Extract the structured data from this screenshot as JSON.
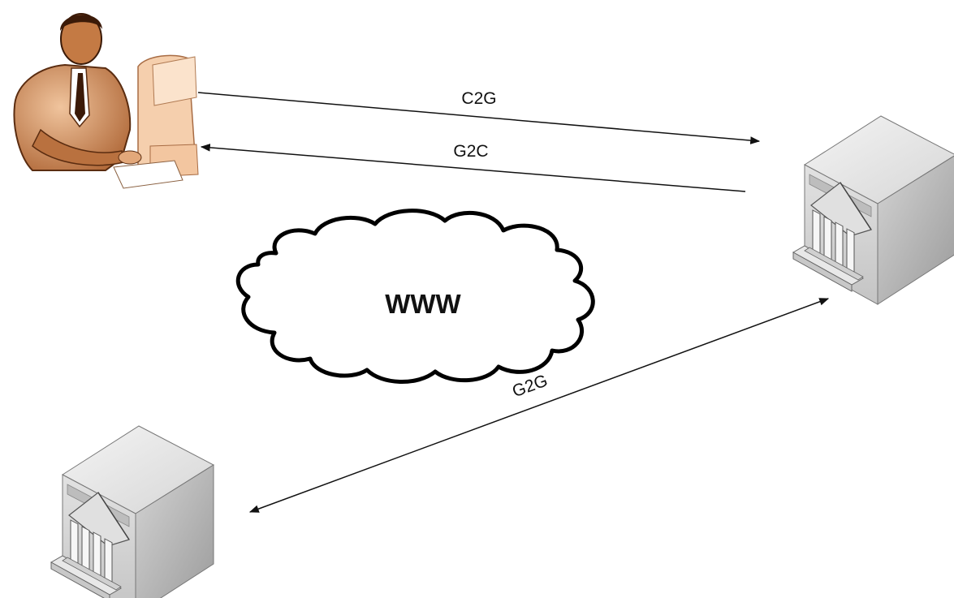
{
  "labels": {
    "c2g": "C2G",
    "g2c": "G2C",
    "g2g": "G2G",
    "cloud": "WWW"
  },
  "nodes": {
    "citizen": {
      "icon": "person-at-computer-icon"
    },
    "government_right": {
      "icon": "government-server-icon"
    },
    "government_left": {
      "icon": "government-server-icon"
    },
    "cloud": {
      "icon": "cloud-icon"
    }
  },
  "colors": {
    "line": "#111111",
    "skin": "#b8703f",
    "computer": "#f2c8a4",
    "server_top": "#e6e6e6",
    "server_side": "#b5b5b5",
    "server_front": "#d2d2d2"
  }
}
